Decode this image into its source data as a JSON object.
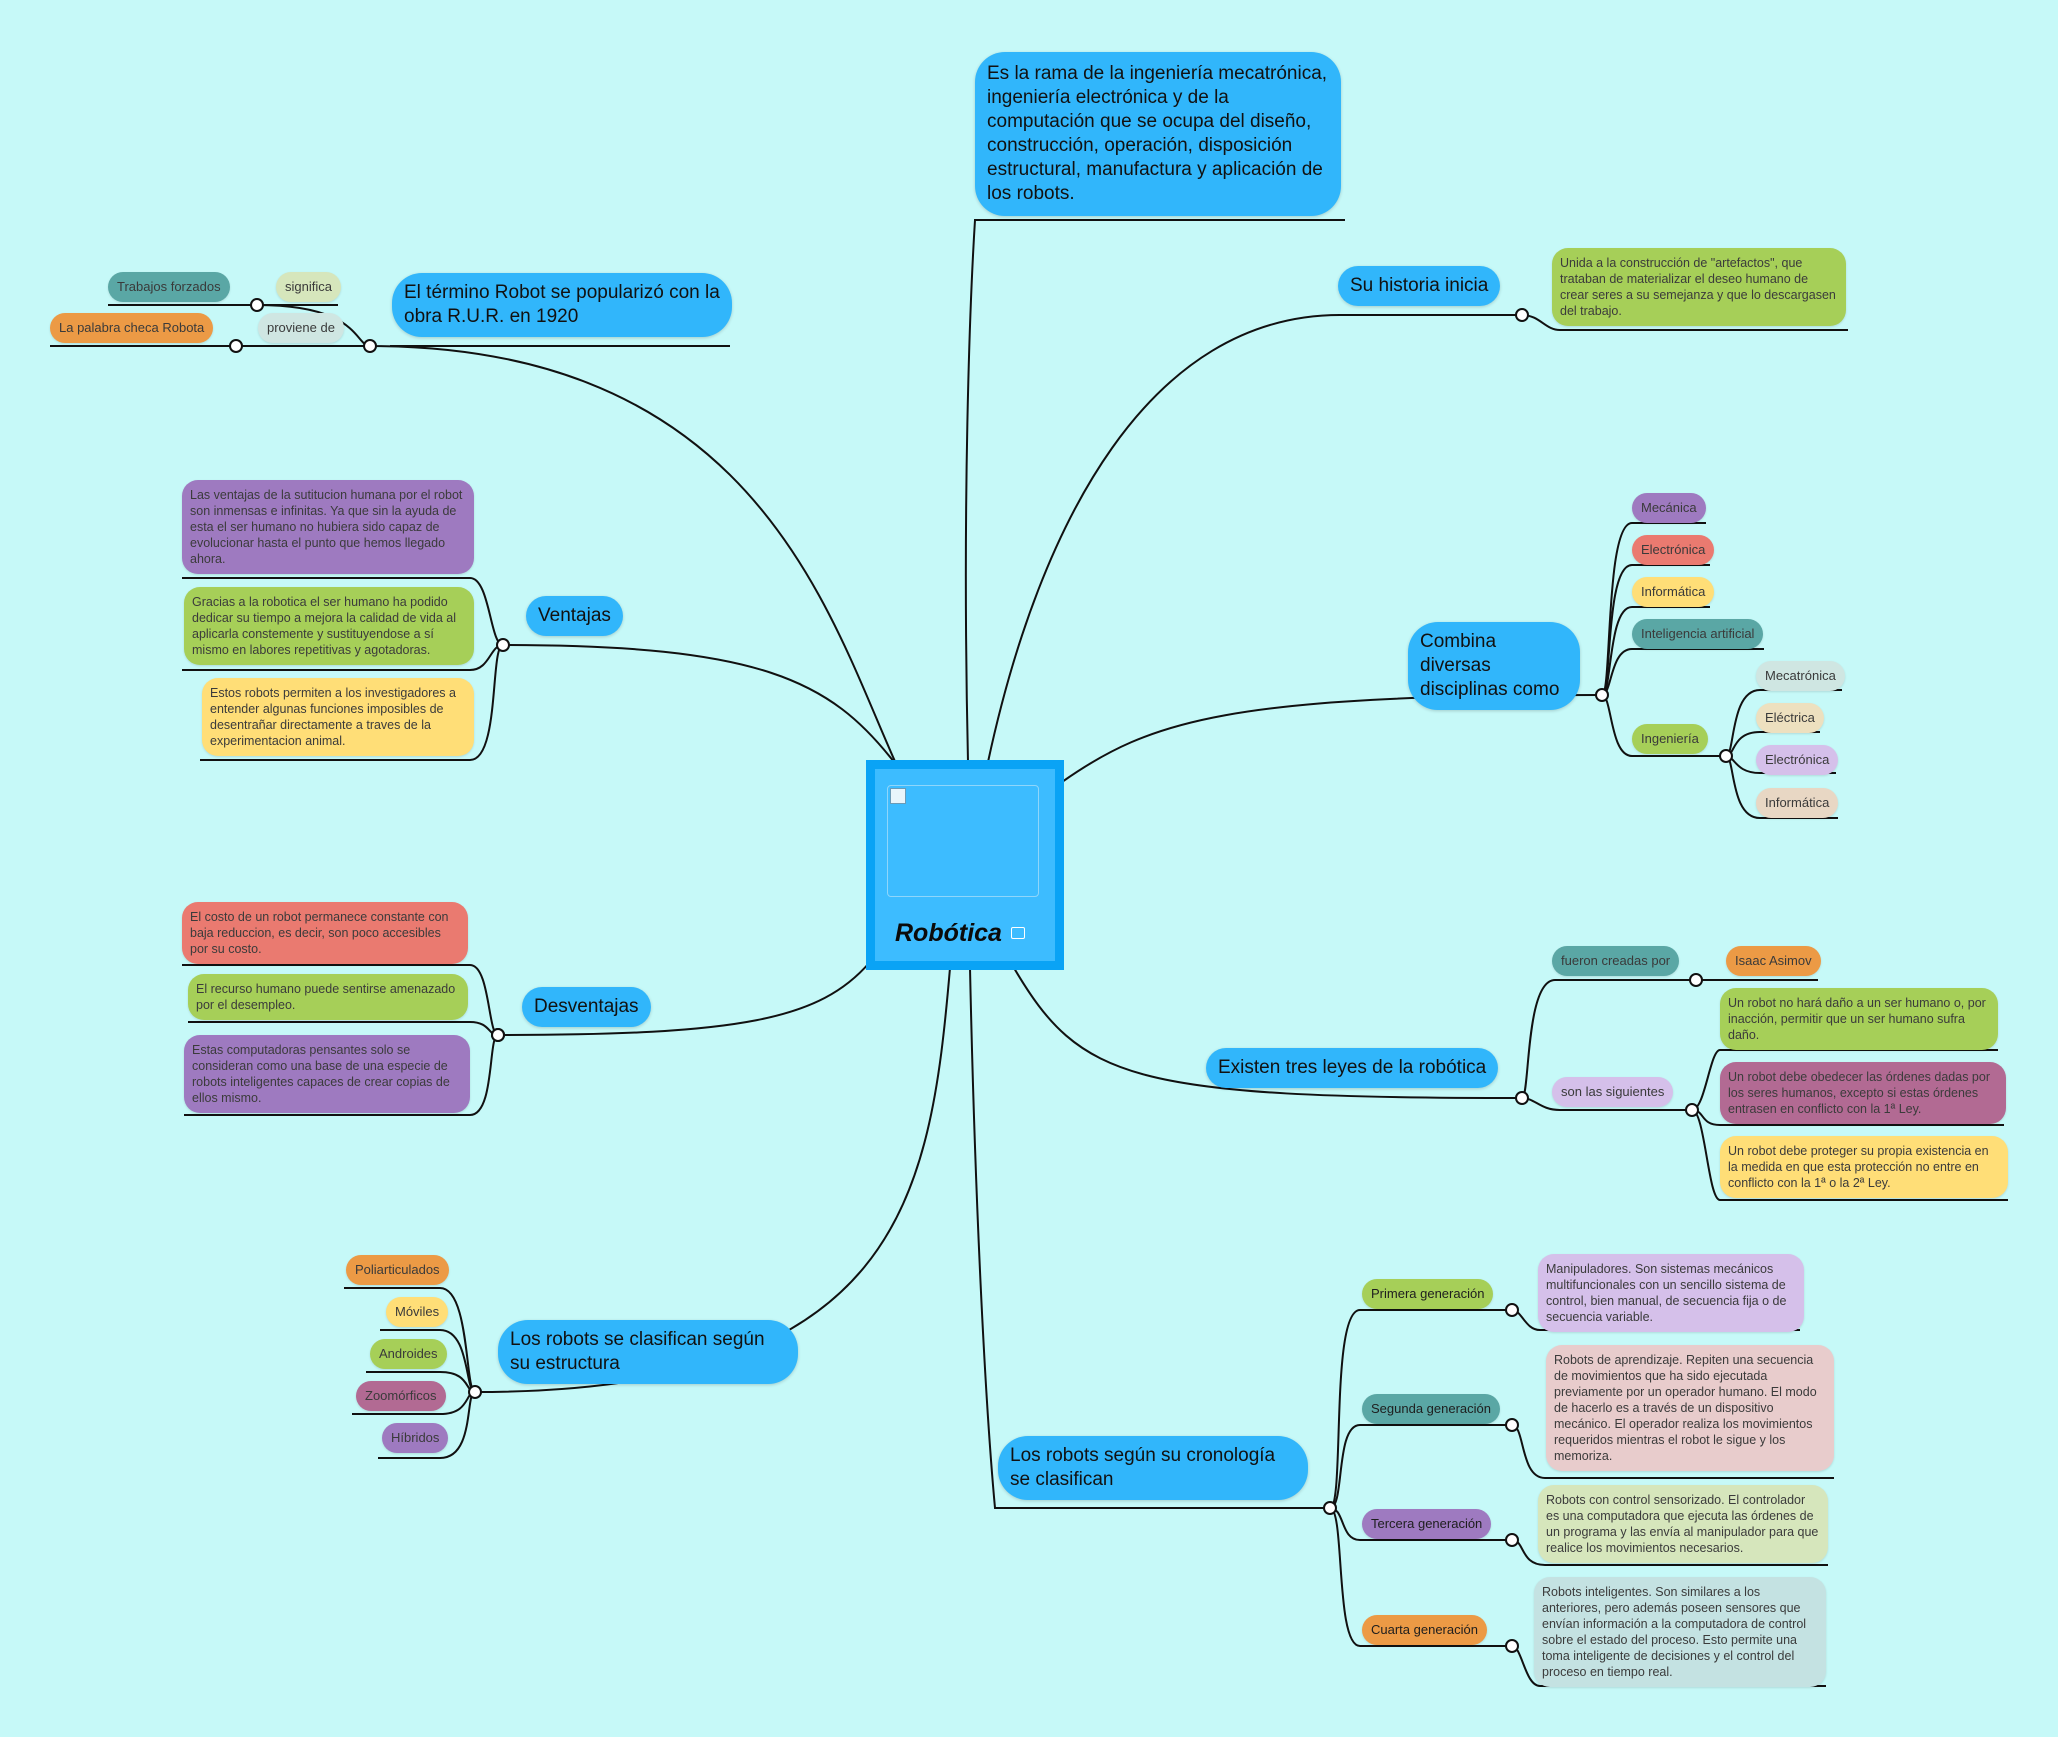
{
  "center": {
    "title": "Robótica",
    "icon": "image-icon"
  },
  "definition": "Es la rama de la ingeniería mecatrónica, ingeniería electrónica y  de la computación que se ocupa del diseño, construcción, operación, disposición estructural, manufactura y aplicación de los robots.",
  "term": {
    "label": "El término Robot se popularizó con la obra R.U.R. en 1920",
    "significa": "significa",
    "significa_value": "Trabajos forzados",
    "proviene": "proviene de",
    "proviene_value": "La palabra checa Robota"
  },
  "historia": {
    "label": "Su historia inicia",
    "note": "Unida a la construcción de \"artefactos\", que trataban de materializar el deseo humano de crear seres a su semejanza y que lo descargasen del trabajo."
  },
  "ventajas": {
    "label": "Ventajas",
    "items": [
      "Las ventajas de la sutitucion humana por el robot son inmensas e infinitas. Ya que sin la ayuda de esta el ser humano no hubiera sido capaz de evolucionar hasta el punto que hemos llegado ahora.",
      "Gracias a la robotica el ser humano ha podido dedicar su tiempo a mejora la calidad de vida al aplicarla constemente y sustituyendose a sí mismo en labores repetitivas y agotadoras.",
      "Estos robots permiten a los investigadores a entender algunas funciones imposibles de desentrañar directamente a traves de la experimentacion animal."
    ]
  },
  "disciplinas": {
    "label": "Combina diversas disciplinas como",
    "items": [
      "Mecánica",
      "Electrónica",
      "Informática",
      "Inteligencia artificial",
      "Ingeniería"
    ],
    "ingenieria": [
      "Mecatrónica",
      "Eléctrica",
      "Electrónica",
      "Informática"
    ]
  },
  "desventajas": {
    "label": "Desventajas",
    "items": [
      "El costo de un robot permanece constante con baja reduccion, es decir, son poco accesibles por su costo.",
      "El recurso humano puede sentirse amenazado por el desempleo.",
      "Estas computadoras pensantes solo se consideran como una base de una especie de robots inteligentes capaces de crear copias de ellos mismo."
    ]
  },
  "leyes": {
    "label": "Existen tres leyes de la robótica",
    "creadas": "fueron creadas por",
    "autor": "Isaac Asimov",
    "siguientes": "son las siguientes",
    "items": [
      "Un robot no hará daño a un ser humano o, por inacción, permitir que un ser humano sufra daño.",
      "Un robot debe obedecer las órdenes dadas por los seres humanos, excepto si estas órdenes entrasen en conflicto con la 1ª Ley.",
      "Un robot debe proteger su propia existencia en la medida en que esta protección no entre en conflicto con la 1ª o la 2ª Ley."
    ]
  },
  "estructura": {
    "label": "Los robots se clasifican según su estructura",
    "items": [
      "Poliarticulados",
      "Móviles",
      "Androides",
      "Zoomórficos",
      "Híbridos"
    ]
  },
  "cronologia": {
    "label": "Los robots según su cronología se clasifican",
    "generaciones": [
      {
        "label": "Primera generación",
        "note": "Manipuladores. Son sistemas mecánicos multifuncionales con un sencillo sistema de control, bien manual, de secuencia fija o de secuencia variable."
      },
      {
        "label": "Segunda generación",
        "note": "Robots de aprendizaje. Repiten una secuencia de movimientos que ha sido ejecutada previamente por un operador humano. El modo de hacerlo es a través de un dispositivo mecánico. El operador realiza los movimientos requeridos mientras el robot le sigue y los memoriza."
      },
      {
        "label": "Tercera generación",
        "note": "Robots con control sensorizado. El controlador es una computadora que ejecuta las órdenes de un programa y las envía al manipulador para que realice los movimientos necesarios."
      },
      {
        "label": "Cuarta generación",
        "note": "Robots inteligentes. Son similares a los anteriores, pero además poseen sensores que envían información a la computadora de control sobre el estado del proceso. Esto permite una toma inteligente de decisiones y el control del proceso en tiempo real."
      }
    ]
  },
  "colors": {
    "background": "#c6f9f8",
    "main_node": "#31b6fb",
    "center_border": "#0aa3f5"
  }
}
